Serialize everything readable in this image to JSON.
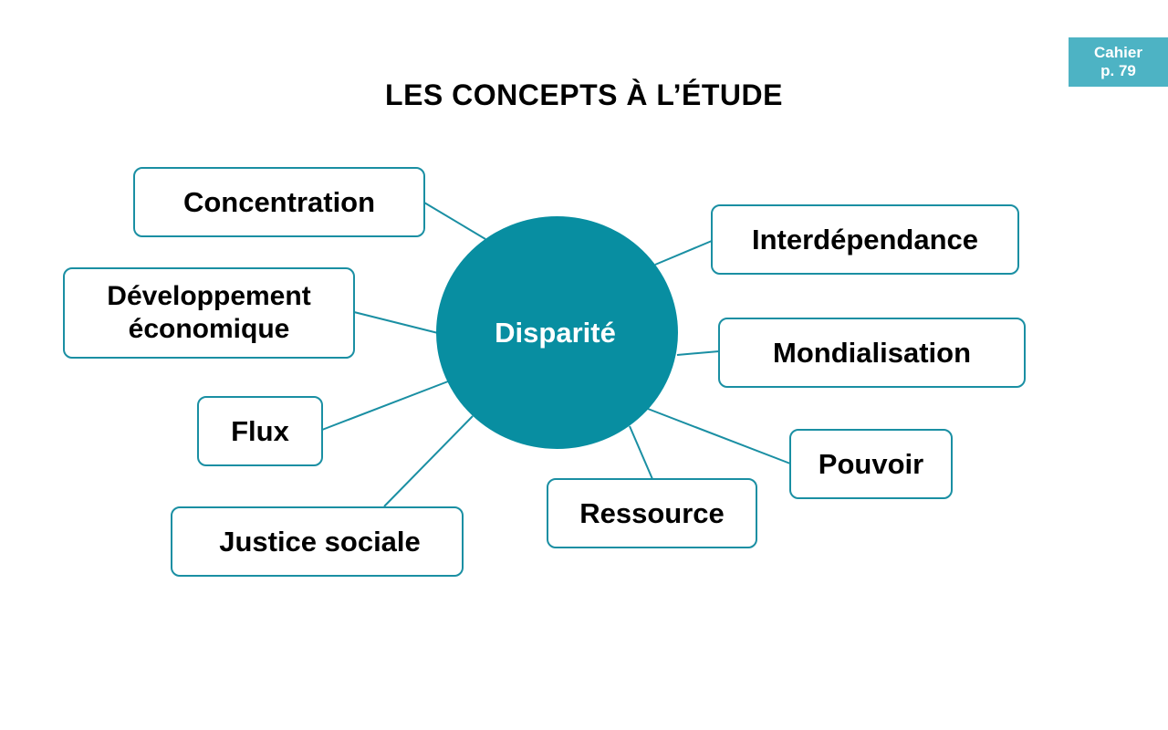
{
  "title": "LES CONCEPTS À L’ÉTUDE",
  "badge": {
    "line1": "Cahier",
    "line2": "p. 79"
  },
  "colors": {
    "hub": "#088ea1",
    "badge": "#4db3c4",
    "border": "#1a8fa3"
  },
  "hub": {
    "label": "Disparité"
  },
  "concepts": {
    "concentration": "Concentration",
    "developpement_line1": "Développement",
    "developpement_line2": "économique",
    "flux": "Flux",
    "justice_sociale": "Justice sociale",
    "interdependance": "Interdépendance",
    "mondialisation": "Mondialisation",
    "pouvoir": "Pouvoir",
    "ressource": "Ressource"
  }
}
